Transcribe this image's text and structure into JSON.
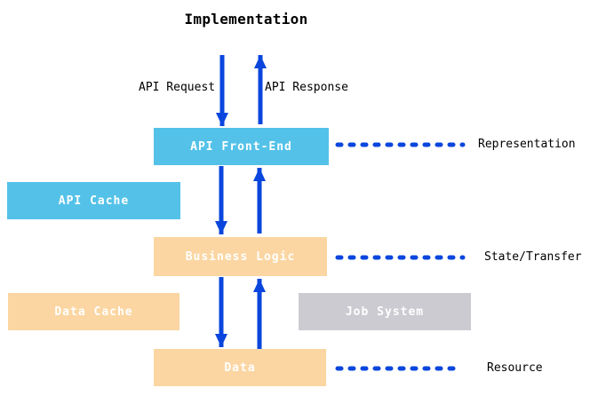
{
  "title": "Implementation",
  "arrow_labels": {
    "request": "API Request",
    "response": "API Response"
  },
  "boxes": {
    "api_front_end": "API Front-End",
    "api_cache": "API Cache",
    "business_logic": "Business Logic",
    "data_cache": "Data Cache",
    "job_system": "Job System",
    "data": "Data"
  },
  "layers": [
    {
      "label": "Representation"
    },
    {
      "label": "State/Transfer"
    },
    {
      "label": "Resource"
    }
  ],
  "colors": {
    "blue_box": "#54c2e8",
    "orange_box": "#fbd6a2",
    "gray_box": "#cccbd1",
    "arrow": "#0a46dd",
    "label_text": "#000000",
    "box_label_text": "#ffffff",
    "background": "#ffffff"
  }
}
